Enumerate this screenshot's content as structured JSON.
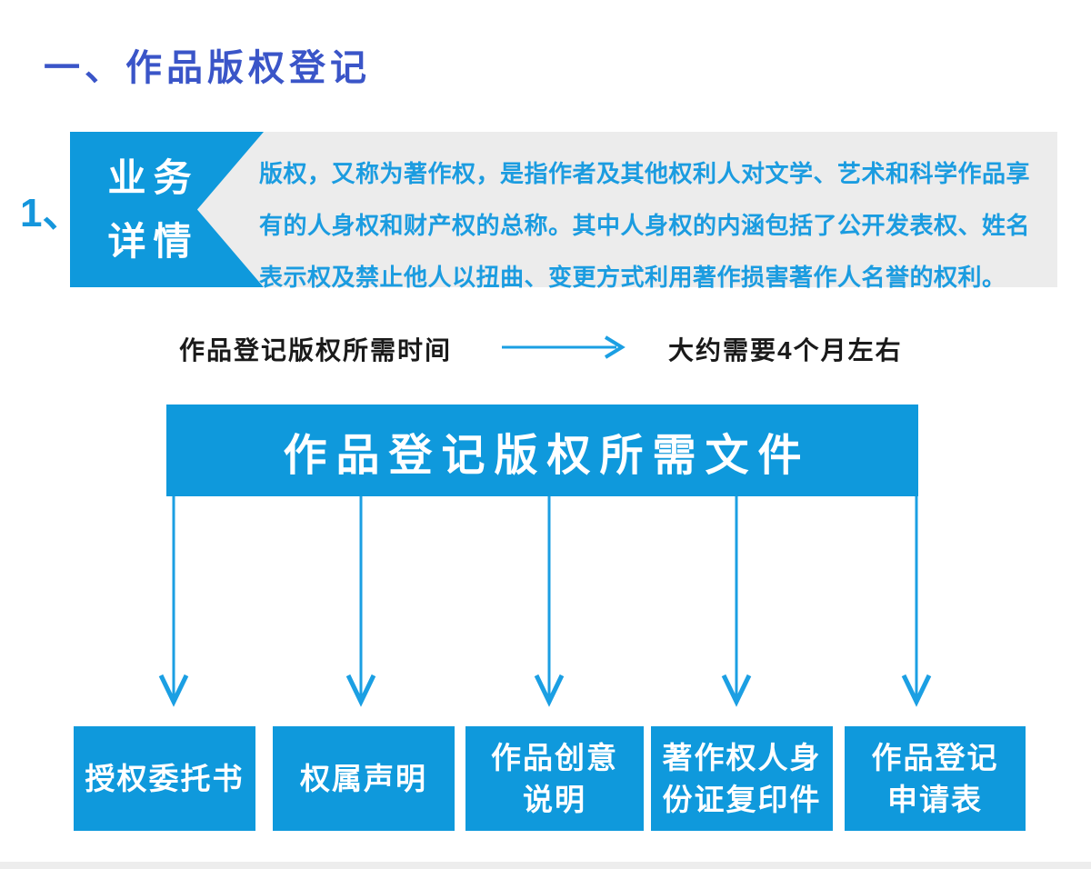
{
  "page": {
    "title": "一、作品版权登记",
    "section_number": "1、"
  },
  "business_detail": {
    "label_lines": [
      "业务",
      "详情"
    ],
    "description_lines": [
      "版权，又称为著作权，是指作者及其他权利人对文学、艺术和科学作品享",
      "有的人身权和财产权的总称。其中人身权的内涵包括了公开发表权、姓名",
      "表示权及禁止他人以扭曲、变更方式利用著作损害著作人名誉的权利。"
    ]
  },
  "time_info": {
    "label": "作品登记版权所需时间",
    "value": "大约需要4个月左右"
  },
  "documents": {
    "header": "作品登记版权所需文件",
    "items": [
      {
        "label": "授权委托书",
        "lines": [
          "授权委托书"
        ]
      },
      {
        "label": "权属声明",
        "lines": [
          "权属声明"
        ]
      },
      {
        "label": "作品创意说明",
        "lines": [
          "作品创意",
          "说明"
        ]
      },
      {
        "label": "著作权人身份证复印件",
        "lines": [
          "著作权人身",
          "份证复印件"
        ]
      },
      {
        "label": "作品登记申请表",
        "lines": [
          "作品登记",
          "申请表"
        ]
      }
    ]
  },
  "icons": {
    "right_arrow": "right-arrow-icon",
    "down_arrow": "down-arrow-icon"
  },
  "colors": {
    "azure_fill": "#0F99DC",
    "azure_text": "#1B9CE0",
    "arrow_blue": "#1B9FE3",
    "title_blue": "#3A55C8",
    "panel_gray": "#ECECEC",
    "text_black": "#1A1A1A"
  }
}
